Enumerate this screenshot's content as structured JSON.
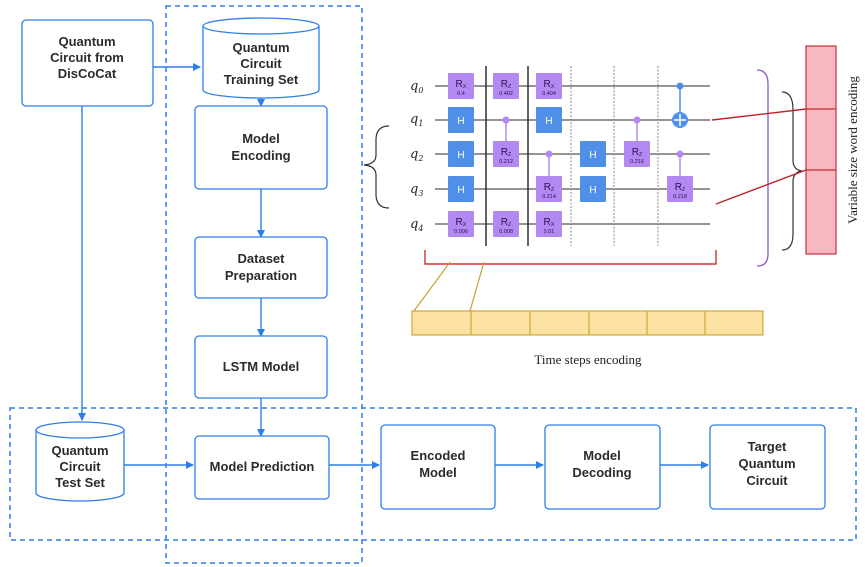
{
  "nodes": {
    "discocat": [
      "Quantum",
      "Circuit from",
      "DisCoCat"
    ],
    "training_set": [
      "Quantum",
      "Circuit",
      "Training Set"
    ],
    "model_encoding": [
      "Model",
      "Encoding"
    ],
    "dataset_preparation": [
      "Dataset",
      "Preparation"
    ],
    "lstm": [
      "LSTM Model"
    ],
    "test_set": [
      "Quantum",
      "Circuit",
      "Test Set"
    ],
    "model_prediction": [
      "Model Prediction"
    ],
    "encoded_model": [
      "Encoded",
      "Model"
    ],
    "model_decoding": [
      "Model",
      "Decoding"
    ],
    "target": [
      "Target",
      "Quantum",
      "Circuit"
    ]
  },
  "circuit": {
    "qubits": [
      {
        "base": "q",
        "sub": "0"
      },
      {
        "base": "q",
        "sub": "1"
      },
      {
        "base": "q",
        "sub": "2"
      },
      {
        "base": "q",
        "sub": "3"
      },
      {
        "base": "q",
        "sub": "4"
      }
    ],
    "gates": [
      {
        "id": "g-q0-t1",
        "name": "R",
        "sub": "X",
        "value": "0.4"
      },
      {
        "id": "g-q0-t2",
        "name": "R",
        "sub": "Z",
        "value": "0.402"
      },
      {
        "id": "g-q0-t3",
        "name": "R",
        "sub": "X",
        "value": "0.404"
      },
      {
        "id": "g-q1-t1",
        "name": "H"
      },
      {
        "id": "g-q1-t3",
        "name": "H"
      },
      {
        "id": "g-q2-t1",
        "name": "H"
      },
      {
        "id": "g-q2-t2",
        "name": "R",
        "sub": "Z",
        "value": "0.212"
      },
      {
        "id": "g-q2-t4",
        "name": "H"
      },
      {
        "id": "g-q2-t5",
        "name": "R",
        "sub": "Z",
        "value": "0.216"
      },
      {
        "id": "g-q3-t1",
        "name": "H"
      },
      {
        "id": "g-q3-t3",
        "name": "R",
        "sub": "Z",
        "value": "0.214"
      },
      {
        "id": "g-q3-t4",
        "name": "H"
      },
      {
        "id": "g-q3-t6",
        "name": "R",
        "sub": "Z",
        "value": "0.218"
      },
      {
        "id": "g-q4-t1",
        "name": "R",
        "sub": "X",
        "value": "0.006"
      },
      {
        "id": "g-q4-t2",
        "name": "R",
        "sub": "Z",
        "value": "0.008"
      },
      {
        "id": "g-q4-t3",
        "name": "R",
        "sub": "X",
        "value": "0.01"
      }
    ]
  },
  "captions": {
    "time_steps": "Time steps encoding",
    "word_encoding": "Variable size word encoding"
  },
  "colors": {
    "flow": "#2f7ee6",
    "hadamard_gate": "#4f8fe8",
    "rotation_gate": "#b388f2",
    "time_step_cells": "#fbe2a2",
    "word_encoding_cells": "#f7b8bf",
    "bracket_red": "#d73030",
    "bracket_purple": "#8a56c9"
  }
}
